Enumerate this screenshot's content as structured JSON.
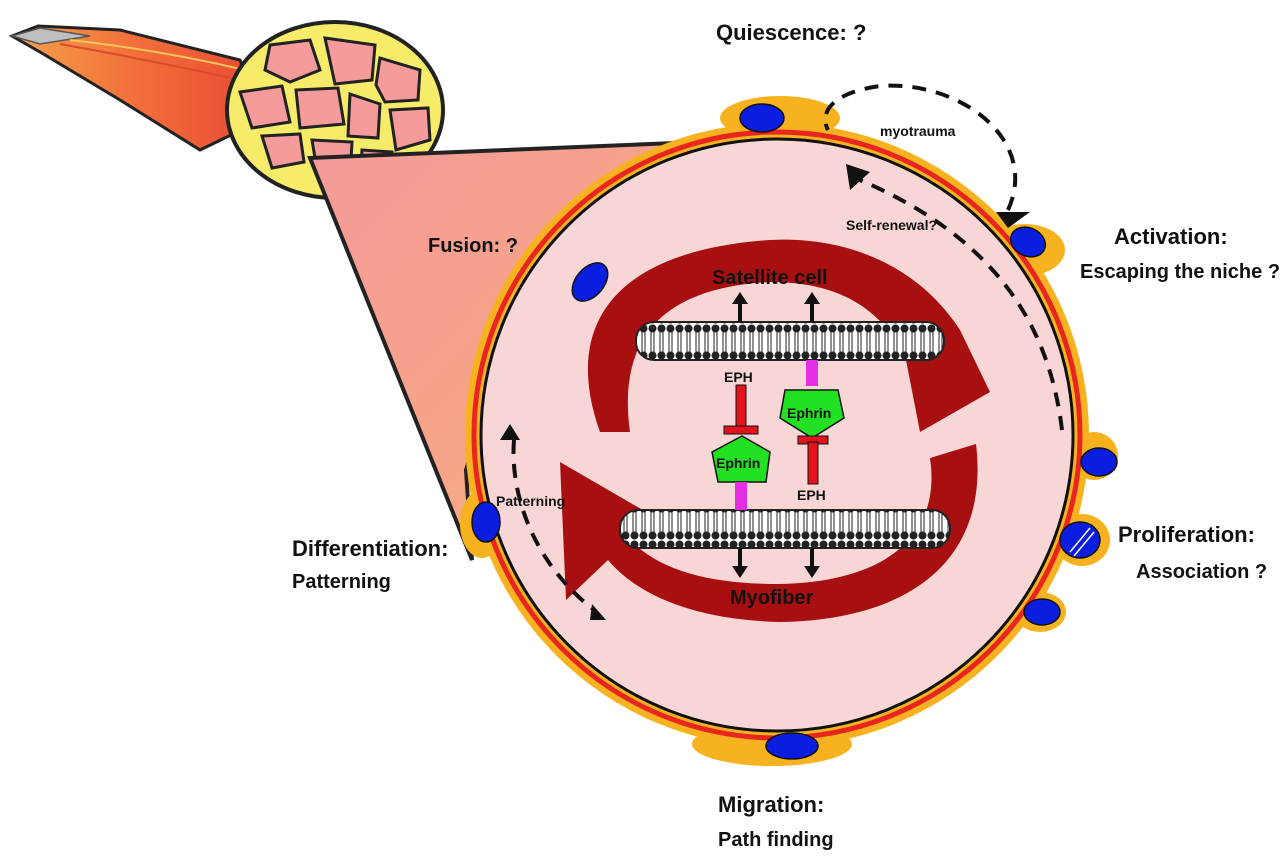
{
  "labels": {
    "quiescence": "Quiescence: ?",
    "myotrauma": "myotrauma",
    "self_renewal": "Self-renewal?",
    "activation_title": "Activation:",
    "activation_sub": "Escaping the niche ?",
    "fusion": "Fusion: ?",
    "satellite_cell": "Satellite cell",
    "myofiber": "Myofiber",
    "eph_top": "EPH",
    "eph_bottom": "EPH",
    "ephrin_left": "Ephrin",
    "ephrin_right": "Ephrin",
    "patterning_inner": "Patterning",
    "differentiation_title": "Differentiation:",
    "differentiation_sub": "Patterning",
    "proliferation_title": "Proliferation:",
    "proliferation_sub": "Association ?",
    "migration_title": "Migration:",
    "migration_sub": "Path finding"
  },
  "colors": {
    "fiber_fill": "#f9d6d6",
    "fiber_outline": "#e8261f",
    "niche_yellow": "#f7b31f",
    "nucleus_blue": "#0b1ee0",
    "dark_red_arrow": "#a80f10",
    "ephrin_green": "#22e022",
    "linker_magenta": "#e22ee2",
    "eph_red": "#e0141a"
  },
  "icons": [
    "muscle-fascicle-icon",
    "cycle-arrow-icon",
    "membrane-bilayer-icon",
    "inhibition-bar-icon",
    "dashed-arrow-icon"
  ]
}
